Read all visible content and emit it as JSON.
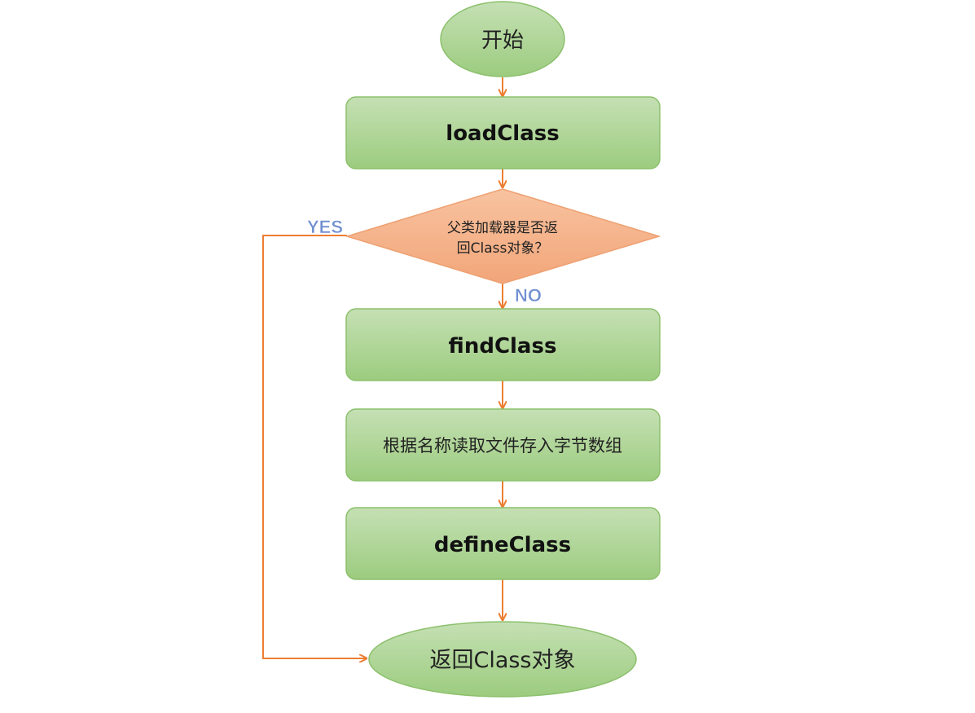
{
  "diagram": {
    "start": "开始",
    "load_class": "loadClass",
    "decision_line1": "父类加载器是否返",
    "decision_line2": "回Class对象？",
    "yes_label": "YES",
    "no_label": "NO",
    "find_class": "findClass",
    "read_bytes": "根据名称读取文件存入字节数组",
    "define_class": "defineClass",
    "return_class": "返回Class对象"
  },
  "colors": {
    "node_fill_green": "#a9d18e",
    "node_stroke_green": "#8cc06c",
    "decision_fill": "#f4b183",
    "connector": "#ed7d31",
    "branch_label": "#6f8fd0"
  }
}
